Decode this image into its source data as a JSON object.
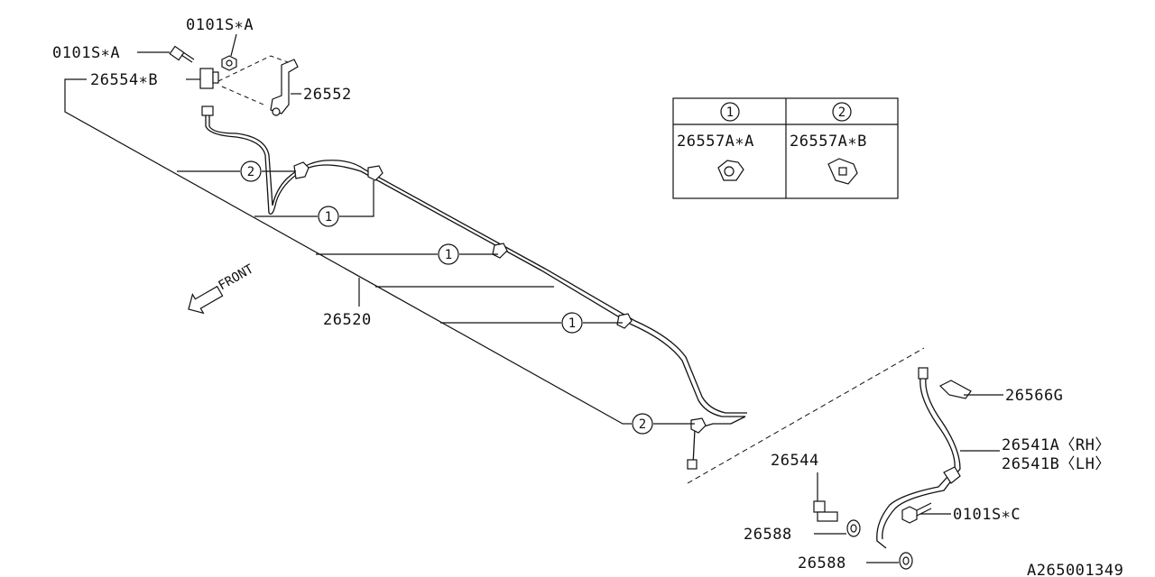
{
  "labels": {
    "bolt_a_top": "0101S∗A",
    "bolt_a_left": "0101S∗A",
    "connector_b": "26554∗B",
    "bracket": "26552",
    "pipe": "26520",
    "clip_table": {
      "col1_key": "1",
      "col2_key": "2",
      "col1_part": "26557A∗A",
      "col2_part": "26557A∗B"
    },
    "bracket_g": "26566G",
    "hose_rh": "26541A〈RH〉",
    "hose_lh": "26541B〈LH〉",
    "bolt_c": "0101S∗C",
    "union_bolt": "26544",
    "gasket_1": "26588",
    "gasket_2": "26588",
    "front": "FRONT",
    "diagram_id": "A265001349"
  },
  "callouts": {
    "c2_top": "2",
    "c1_top": "1",
    "c1_mid": "1",
    "c1_low": "1",
    "c2_bottom": "2"
  }
}
